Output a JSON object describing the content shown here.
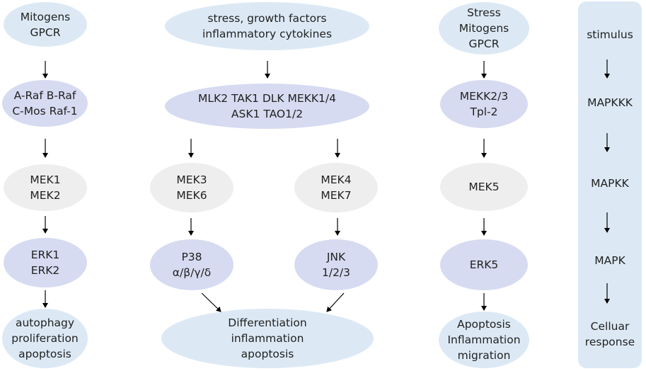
{
  "col1": {
    "n1": [
      "Mitogens",
      "GPCR"
    ],
    "n2": [
      "A-Raf B-Raf",
      "C-Mos Raf-1"
    ],
    "n3": [
      "MEK1",
      "MEK2"
    ],
    "n4": [
      "ERK1",
      "ERK2"
    ],
    "n5": [
      "autophagy",
      "proliferation",
      "apoptosis"
    ]
  },
  "col2": {
    "n1": [
      "stress, growth factors",
      "inflammatory cytokines"
    ],
    "n2": [
      "MLK2 TAK1 DLK MEKK1/4",
      "ASK1  TAO1/2"
    ],
    "n3a": [
      "MEK3",
      "MEK6"
    ],
    "n3b": [
      "MEK4",
      "MEK7"
    ],
    "n4a": [
      "P38",
      "α/β/γ/δ"
    ],
    "n4b": [
      "JNK",
      "1/2/3"
    ],
    "n5": [
      "Differentiation",
      "inflammation",
      "apoptosis"
    ]
  },
  "col3": {
    "n1": [
      "Stress",
      "Mitogens",
      "GPCR"
    ],
    "n2": [
      "MEKK2/3",
      "Tpl-2"
    ],
    "n3": [
      "MEK5"
    ],
    "n4": [
      "ERK5"
    ],
    "n5": [
      "Apoptosis",
      "Inflammation",
      "migration"
    ]
  },
  "legend": {
    "stimulus": "stimulus",
    "mapkkk": "MAPKKK",
    "mapkk": "MAPKK",
    "mapk": "MAPK",
    "response": [
      "Celluar",
      "response"
    ]
  },
  "colors": {
    "stimulus_fill": "#dce9f5",
    "kinase_fill": "#d6dbf1",
    "mek_fill": "#eeeeee",
    "arrow": "#000000"
  }
}
